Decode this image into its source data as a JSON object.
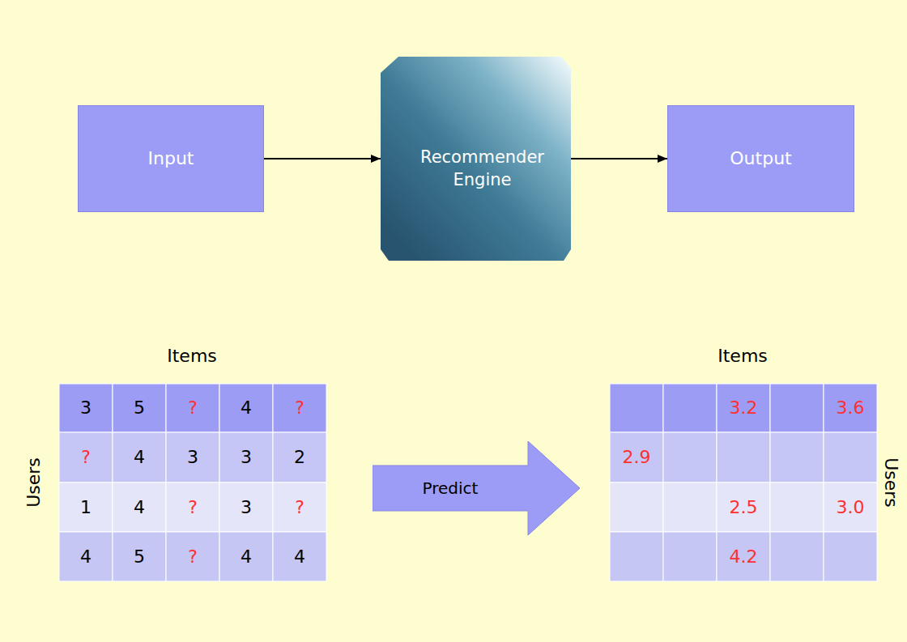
{
  "diagram": {
    "nodes": [
      {
        "text": [
          "Input"
        ]
      },
      {
        "text": [
          "Recommender Engine"
        ]
      },
      {
        "text": [
          "Output"
        ]
      },
      {
        "text": [
          "Predict"
        ]
      }
    ],
    "edges": [
      {
        "from": 0,
        "to": 1,
        "arrow": "to"
      },
      {
        "from": 1,
        "to": 2,
        "arrow": "to"
      }
    ],
    "labels": [
      "Items",
      "Users",
      "3",
      "5",
      "?",
      "4",
      "?",
      "?",
      "4",
      "3",
      "3",
      "2",
      "1",
      "4",
      "?",
      "3",
      "?",
      "4",
      "5",
      "?",
      "4",
      "4",
      "Items",
      "Users",
      "3.2",
      "3.6",
      "2.9",
      "2.5",
      "3.0",
      "4.2"
    ]
  }
}
